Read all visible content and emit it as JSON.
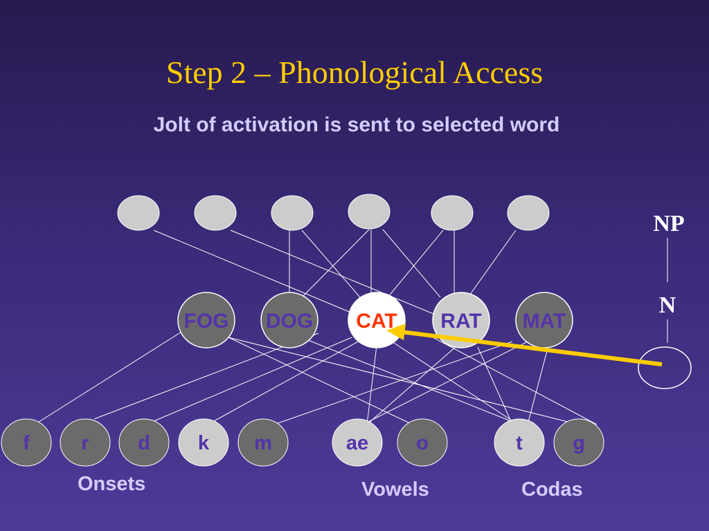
{
  "title": "Step 2 – Phonological Access",
  "subtitle": "Jolt of activation is sent to selected word",
  "syntax": {
    "np": "NP",
    "n": "N"
  },
  "words": [
    {
      "label": "FOG",
      "selected": false
    },
    {
      "label": "DOG",
      "selected": false
    },
    {
      "label": "CAT",
      "selected": true
    },
    {
      "label": "RAT",
      "selected": false
    },
    {
      "label": "MAT",
      "selected": false
    }
  ],
  "phonemes": [
    {
      "label": "f",
      "group": "onset"
    },
    {
      "label": "r",
      "group": "onset"
    },
    {
      "label": "d",
      "group": "onset"
    },
    {
      "label": "k",
      "group": "onset",
      "highlighted": true
    },
    {
      "label": "m",
      "group": "onset"
    },
    {
      "label": "ae",
      "group": "vowel",
      "highlighted": true
    },
    {
      "label": "o",
      "group": "vowel"
    },
    {
      "label": "t",
      "group": "coda",
      "highlighted": true
    },
    {
      "label": "g",
      "group": "coda"
    }
  ],
  "group_labels": {
    "onsets": "Onsets",
    "vowels": "Vowels",
    "codas": "Codas"
  },
  "colors": {
    "title": "#ffcc00",
    "subtitle": "#d4ccff",
    "node_dark": "#6b6b6b",
    "node_light": "#cccccc",
    "selected_fill": "#ffffff",
    "selected_text": "#ff3300",
    "word_text": "#5533aa",
    "phoneme_text": "#5533aa",
    "arrow": "#ffcc00",
    "lines": "#ffffff"
  }
}
